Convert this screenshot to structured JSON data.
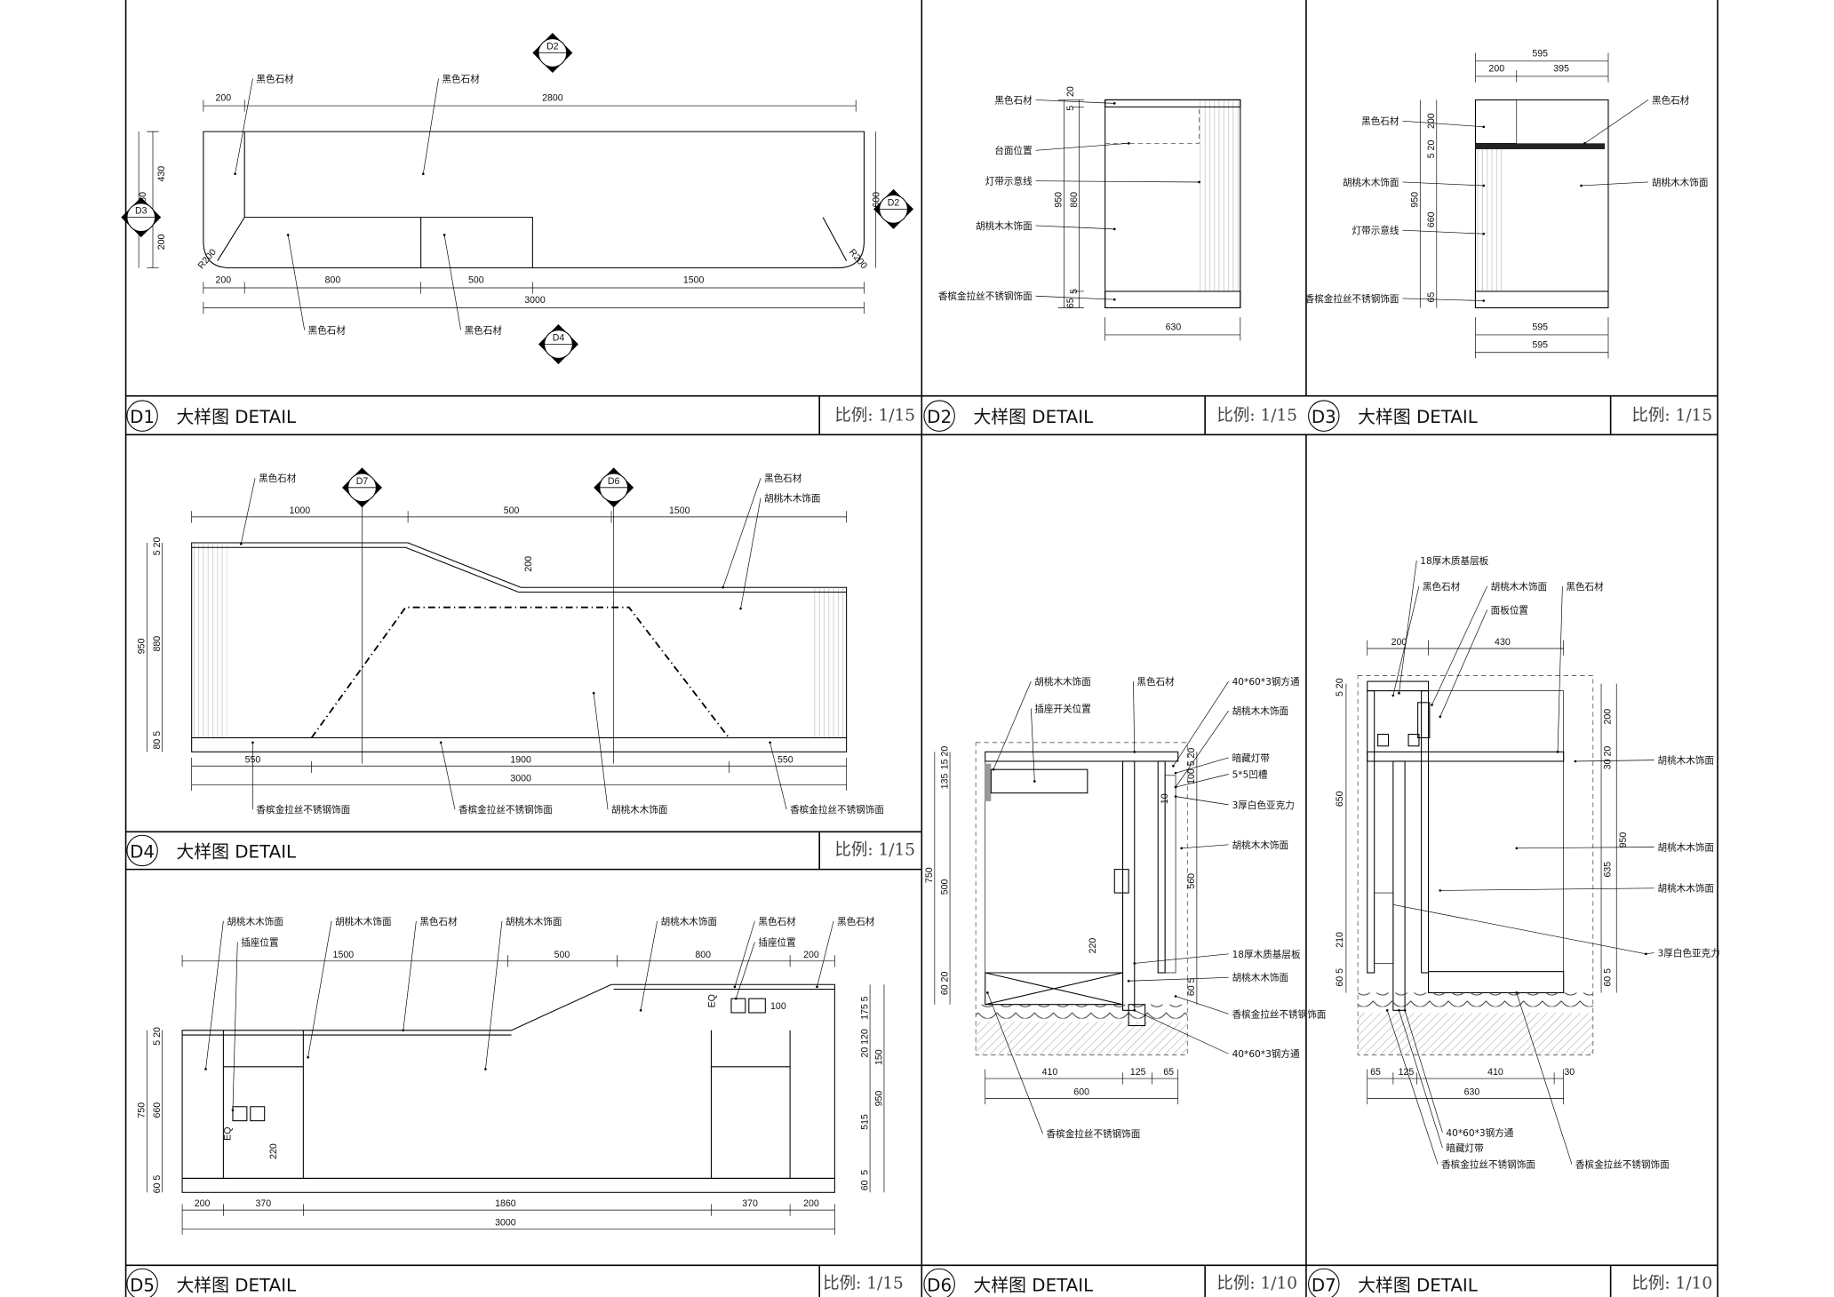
{
  "panels": {
    "d1": {
      "id": "D1",
      "title": "大样图 DETAIL",
      "scale": "比例: 1/15",
      "labels": [
        "黑色石材",
        "黑色石材",
        "黑色石材",
        "黑色石材"
      ],
      "dims": [
        "2800",
        "200",
        "630",
        "430",
        "200",
        "600",
        "200",
        "800",
        "500",
        "1500",
        "3000",
        "R200",
        "R200"
      ],
      "markers": [
        "D2",
        "D4",
        "D3",
        "D2"
      ]
    },
    "d2": {
      "id": "D2",
      "title": "大样图 DETAIL",
      "scale": "比例: 1/15",
      "labels": [
        "黑色石材",
        "台面位置",
        "灯带示意线",
        "胡桃木木饰面",
        "香槟金拉丝不锈钢饰面"
      ],
      "dims": [
        "20",
        "5",
        "950",
        "860",
        "5",
        "65",
        "630"
      ]
    },
    "d3": {
      "id": "D3",
      "title": "大样图 DETAIL",
      "scale": "比例: 1/15",
      "labels": [
        "黑色石材",
        "胡桃木木饰面",
        "灯带示意线",
        "香槟金拉丝不锈钢饰面",
        "黑色石材",
        "胡桃木木饰面"
      ],
      "dims": [
        "595",
        "200",
        "395",
        "200",
        "5 20",
        "950",
        "660",
        "65",
        "595",
        "595"
      ]
    },
    "d4": {
      "id": "D4",
      "title": "大样图 DETAIL",
      "scale": "比例: 1/15",
      "labels": [
        "黑色石材",
        "黑色石材",
        "胡桃木木饰面",
        "香槟金拉丝不锈钢饰面",
        "香槟金拉丝不锈钢饰面",
        "胡桃木木饰面",
        "香槟金拉丝不锈钢饰面"
      ],
      "dims": [
        "1000",
        "500",
        "1500",
        "200",
        "5 20",
        "950",
        "880",
        "80 5",
        "550",
        "1900",
        "550",
        "3000"
      ],
      "markers": [
        "D7",
        "D6"
      ]
    },
    "d5": {
      "id": "D5",
      "title": "大样图 DETAIL",
      "scale": "比例: 1/15",
      "labels": [
        "胡桃木木饰面",
        "插座位置",
        "胡桃木木饰面",
        "黑色石材",
        "胡桃木木饰面",
        "胡桃木木饰面",
        "黑色石材",
        "插座位置",
        "黑色石材"
      ],
      "dims": [
        "1500",
        "500",
        "800",
        "200",
        "100",
        "EQ",
        "EQ",
        "750",
        "660",
        "5 20",
        "220",
        "60 5",
        "175 5",
        "20 120",
        "150",
        "950",
        "515",
        "5",
        "60",
        "200",
        "370",
        "1860",
        "370",
        "200",
        "3000"
      ]
    },
    "d6": {
      "id": "D6",
      "title": "大样图 DETAIL",
      "scale": "比例: 1/10",
      "labels": [
        "胡桃木木饰面",
        "插座开关位置",
        "黑色石材",
        "40*60*3钢方通",
        "胡桃木木饰面",
        "暗藏灯带",
        "5*5凹槽",
        "3厚白色亚克力",
        "胡桃木木饰面",
        "18厚木质基层板",
        "胡桃木木饰面",
        "香槟金拉丝不锈钢饰面",
        "40*60*3钢方通",
        "香槟金拉丝不锈钢饰面"
      ],
      "dims": [
        "15 20",
        "135",
        "750",
        "500",
        "220",
        "60 20",
        "100 5 20",
        "10",
        "560",
        "60 5",
        "410",
        "125",
        "65",
        "600"
      ]
    },
    "d7": {
      "id": "D7",
      "title": "大样图 DETAIL",
      "scale": "比例: 1/10",
      "labels": [
        "18厚木质基层板",
        "黑色石材",
        "胡桃木木饰面",
        "面板位置",
        "黑色石材",
        "胡桃木木饰面",
        "胡桃木木饰面",
        "胡桃木木饰面",
        "3厚白色亚克力",
        "40*60*3钢方通",
        "暗藏灯带",
        "香槟金拉丝不锈钢饰面",
        "香槟金拉丝不锈钢饰面"
      ],
      "dims": [
        "200",
        "430",
        "5 20",
        "650",
        "210",
        "60 5",
        "200",
        "30 20",
        "950",
        "635",
        "60 5",
        "65",
        "125",
        "410",
        "30",
        "630"
      ]
    }
  }
}
